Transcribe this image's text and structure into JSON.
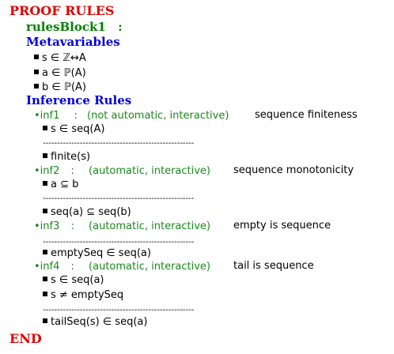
{
  "title": "PROOF RULES",
  "block": {
    "name": "rulesBlock1",
    "colon": ":"
  },
  "metavariables": {
    "heading": "Metavariables",
    "items": [
      "s ∈ ℤ↔A",
      "a ∈ ℙ(A)",
      "b ∈ ℙ(A)"
    ]
  },
  "inference": {
    "heading": "Inference Rules",
    "separator": "-----------------------------------------------------",
    "rules": [
      {
        "id": "•inf1",
        "colon": ":",
        "mode": "(not automatic, interactive)",
        "description": "sequence finiteness",
        "hyps": [
          "s ∈ seq(A)"
        ],
        "goal": "finite(s)"
      },
      {
        "id": "•inf2",
        "colon": ":",
        "mode": "(automatic, interactive)",
        "description": "sequence monotonicity",
        "hyps": [
          "a ⊆ b"
        ],
        "goal": "seq(a) ⊆ seq(b)"
      },
      {
        "id": "•inf3",
        "colon": ":",
        "mode": "(automatic, interactive)",
        "description": "empty is sequence",
        "hyps": [],
        "goal": "emptySeq ∈ seq(a)"
      },
      {
        "id": "•inf4",
        "colon": ":",
        "mode": "(automatic, interactive)",
        "description": "tail is sequence",
        "hyps": [
          "s ∈ seq(a)",
          "s ≠ emptySeq"
        ],
        "goal": "tailSeq(s) ∈ seq(a)"
      }
    ]
  },
  "end": "END"
}
